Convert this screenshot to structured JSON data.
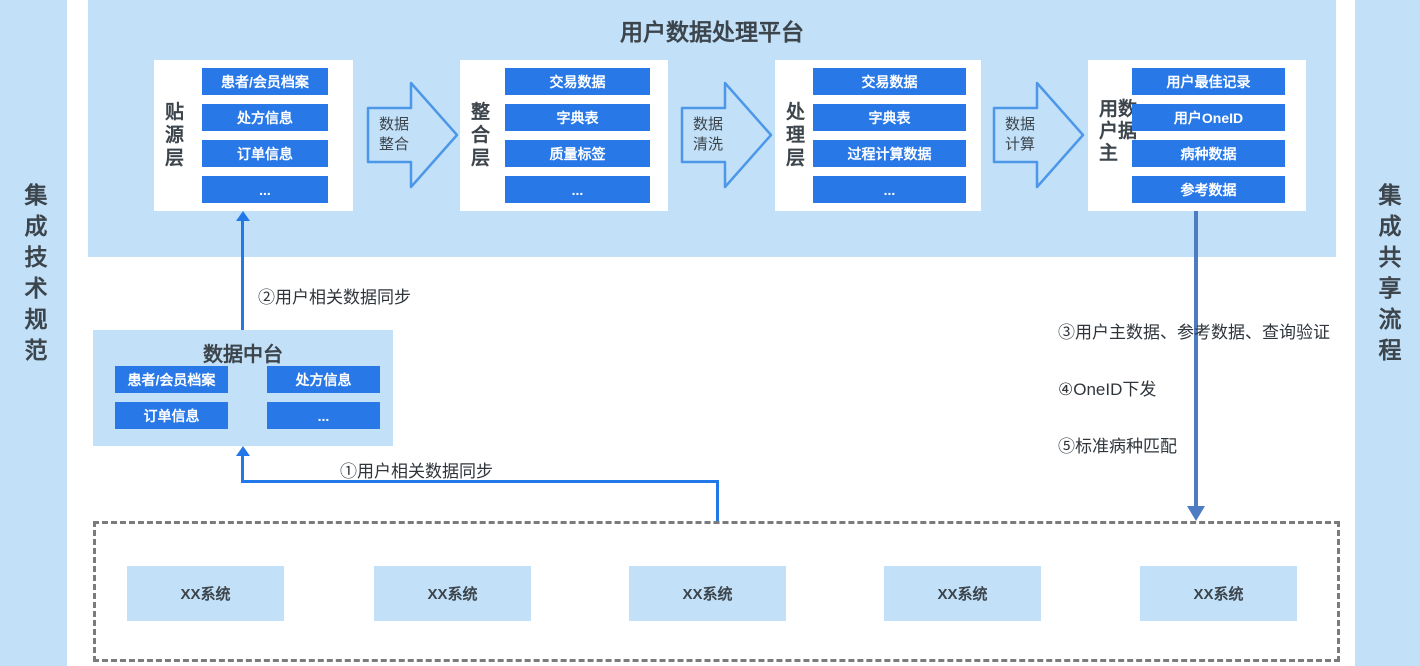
{
  "left_sidebar": {
    "label": "集成技术规范"
  },
  "right_sidebar": {
    "label": "集成共享流程"
  },
  "platform": {
    "title": "用户数据处理平台",
    "layers": [
      {
        "label": "贴源层",
        "items": [
          "患者/会员档案",
          "处方信息",
          "订单信息",
          "..."
        ]
      },
      {
        "label": "整合层",
        "items": [
          "交易数据",
          "字典表",
          "质量标签",
          "..."
        ]
      },
      {
        "label": "处理层",
        "items": [
          "交易数据",
          "字典表",
          "过程计算数据",
          "..."
        ]
      },
      {
        "label": "用户主数据",
        "items": [
          "用户最佳记录",
          "用户OneID",
          "病种数据",
          "参考数据"
        ]
      }
    ],
    "flow_arrows": [
      {
        "label": "数据整合"
      },
      {
        "label": "数据清洗"
      },
      {
        "label": "数据计算"
      }
    ]
  },
  "data_middle_platform": {
    "title": "数据中台",
    "items": [
      "患者/会员档案",
      "处方信息",
      "订单信息",
      "..."
    ]
  },
  "annotations": {
    "step1": "①用户相关数据同步",
    "step2": "②用户相关数据同步",
    "step3": "③用户主数据、参考数据、查询验证",
    "step4": "④OneID下发",
    "step5": "⑤标准病种匹配"
  },
  "source_systems": [
    "XX系统",
    "XX系统",
    "XX系统",
    "XX系统",
    "XX系统"
  ],
  "colors": {
    "background_light_blue": "#c2e1f8",
    "item_blue": "#2878e8",
    "sync_line_blue": "#2278e8",
    "flow_arrow_outline": "#4d97e8",
    "steel_arrow_blue": "#4d7cc3",
    "dark_text": "#3c444c",
    "dashed_border_gray": "#7b7b7b"
  }
}
